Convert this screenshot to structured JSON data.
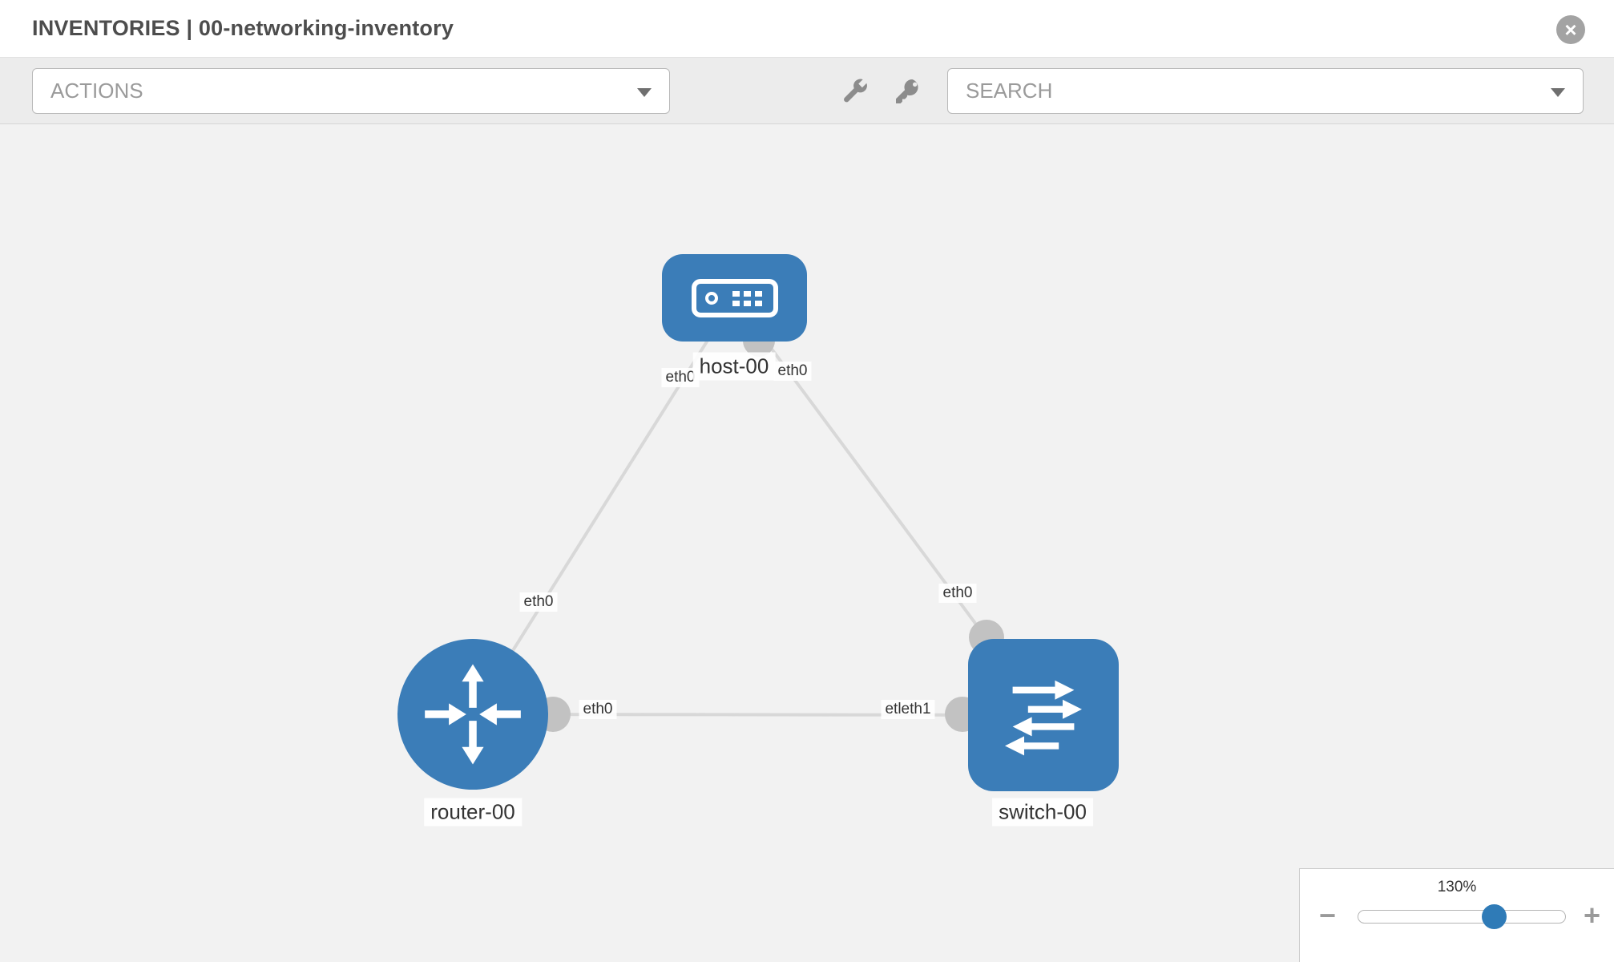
{
  "header": {
    "title": "INVENTORIES | 00-networking-inventory",
    "close_glyph": "×"
  },
  "toolbar": {
    "actions_label": "ACTIONS",
    "search_label": "SEARCH",
    "icons": [
      "wrench-icon",
      "key-icon"
    ]
  },
  "nodes": {
    "host": {
      "label": "host-00",
      "type": "host"
    },
    "router": {
      "label": "router-00",
      "type": "router"
    },
    "switch": {
      "label": "switch-00",
      "type": "switch"
    }
  },
  "edge_labels": {
    "host_left": "eth0",
    "host_right": "eth0",
    "router_top": "eth0",
    "router_right": "eth0",
    "switch_top": "eth0",
    "switch_left": "etleth1"
  },
  "zoom": {
    "level": "130%",
    "minus_glyph": "−",
    "plus_glyph": "+"
  },
  "colors": {
    "node_blue": "#3b7db8",
    "edge_gray": "#d8d8d8",
    "connector_gray": "#c2c2c2",
    "canvas_bg": "#f2f2f2",
    "zoom_thumb": "#2f7bb7"
  }
}
